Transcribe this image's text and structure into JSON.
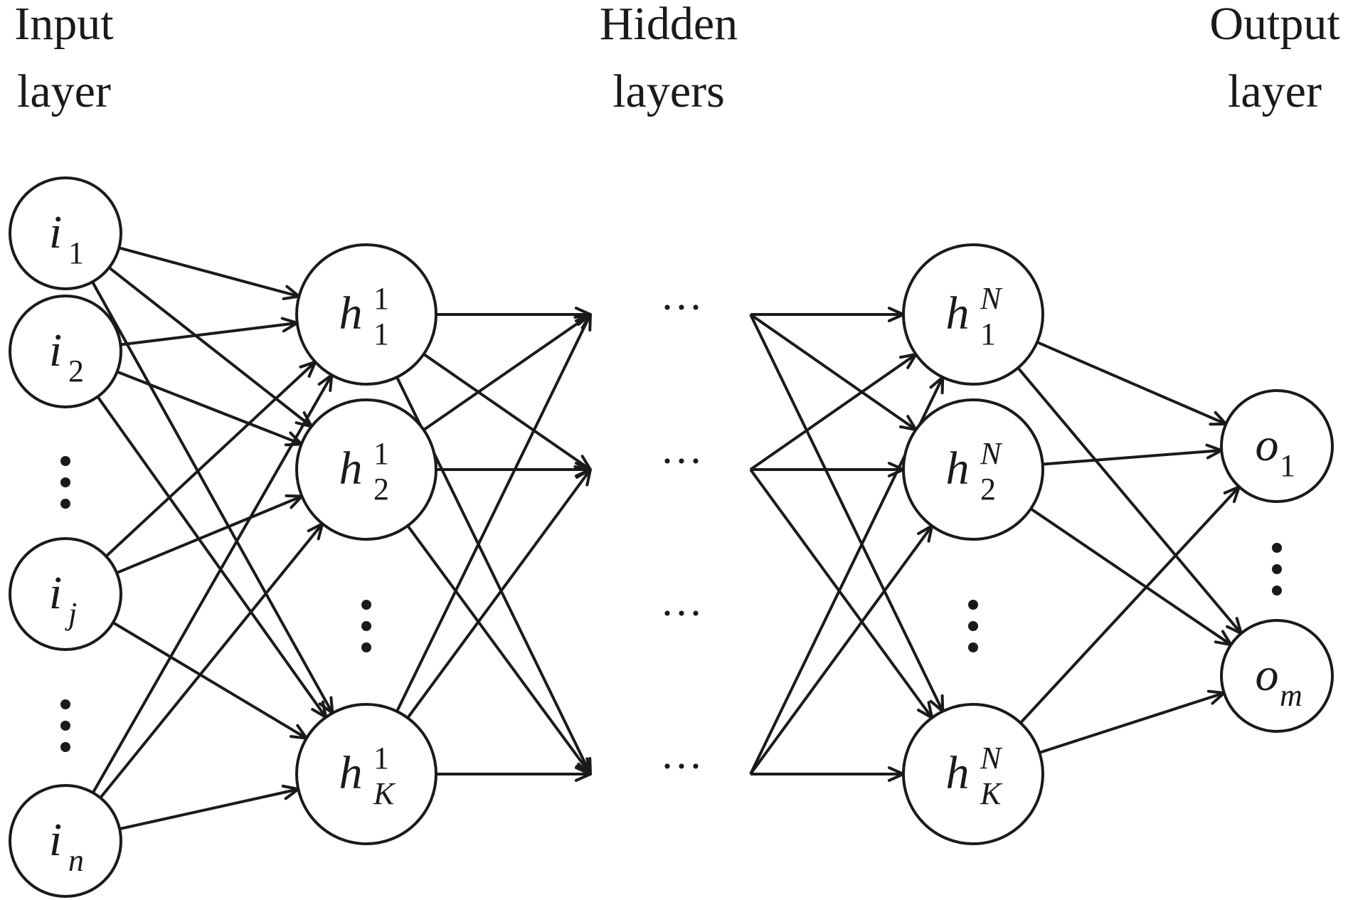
{
  "titles": {
    "input": [
      "Input",
      "layer"
    ],
    "hidden": [
      "Hidden",
      "layers"
    ],
    "output": [
      "Output",
      "layer"
    ]
  },
  "nodes": {
    "i1": {
      "sym": "i",
      "sub": "1",
      "sup": ""
    },
    "i2": {
      "sym": "i",
      "sub": "2",
      "sup": ""
    },
    "ij": {
      "sym": "i",
      "sub": "j",
      "sup": ""
    },
    "in": {
      "sym": "i",
      "sub": "n",
      "sup": ""
    },
    "h11": {
      "sym": "h",
      "sub": "1",
      "sup": "1"
    },
    "h12": {
      "sym": "h",
      "sub": "2",
      "sup": "1"
    },
    "h1K": {
      "sym": "h",
      "sub": "K",
      "sup": "1"
    },
    "hN1": {
      "sym": "h",
      "sub": "1",
      "sup": "N"
    },
    "hN2": {
      "sym": "h",
      "sub": "2",
      "sup": "N"
    },
    "hNK": {
      "sym": "h",
      "sub": "K",
      "sup": "N"
    },
    "o1": {
      "sym": "o",
      "sub": "1",
      "sup": ""
    },
    "om": {
      "sym": "o",
      "sub": "m",
      "sup": ""
    }
  },
  "middle_ellipsis": "···"
}
